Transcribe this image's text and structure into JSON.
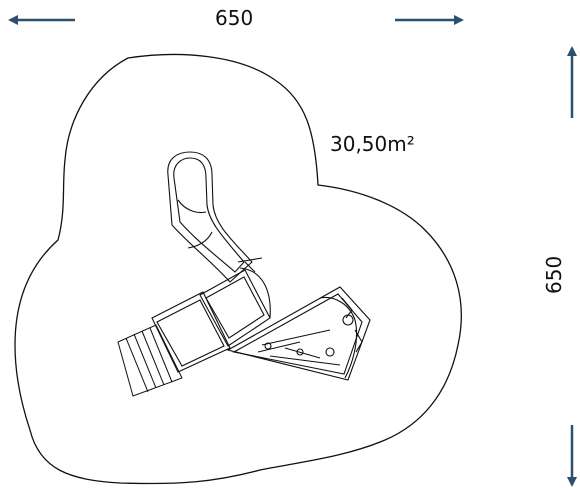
{
  "dimensions": {
    "width_label": "650",
    "height_label": "650"
  },
  "area_label": "30,50m²",
  "colors": {
    "arrow": "#2f4f6f",
    "outline": "#111111"
  }
}
